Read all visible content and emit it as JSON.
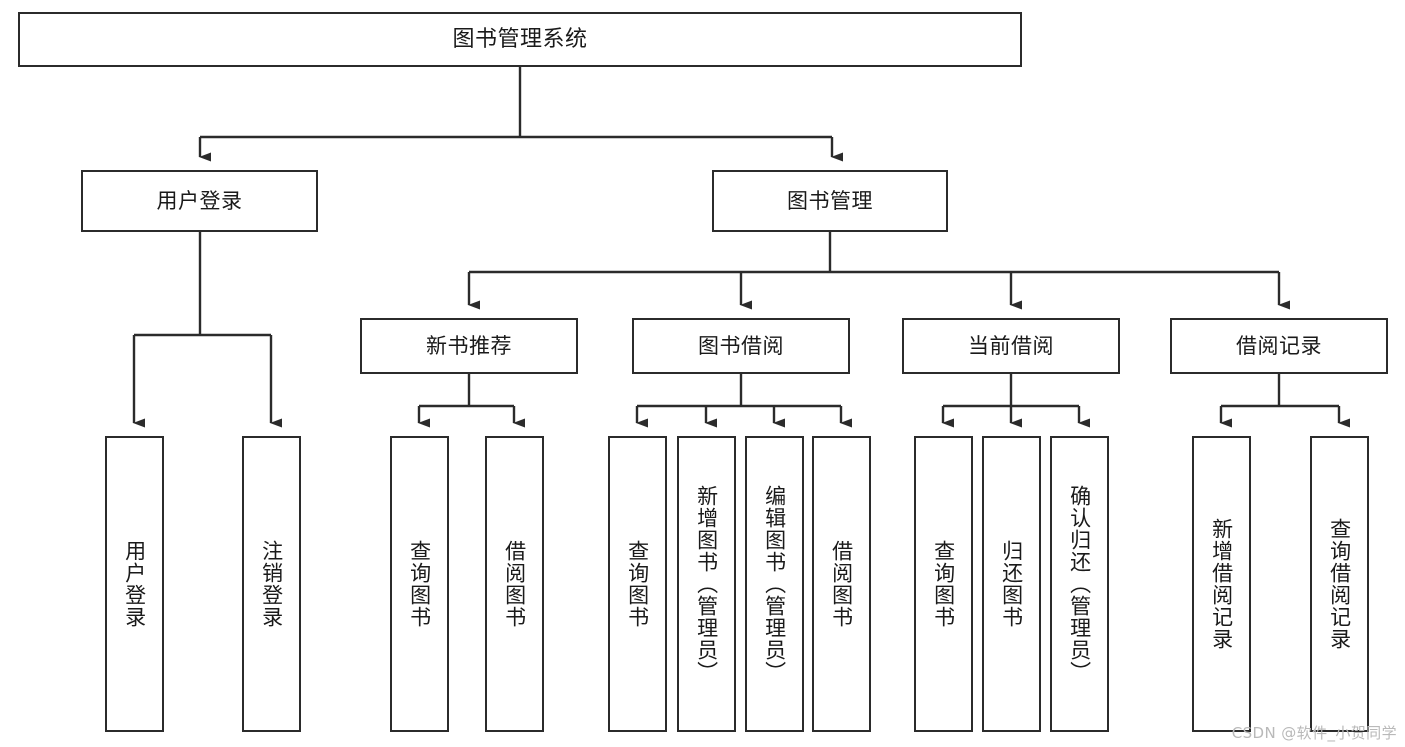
{
  "diagram": {
    "type": "tree-hierarchy-chart",
    "title": "图书管理系统",
    "watermark": "CSDN @软件_小贺同学",
    "colors": {
      "box_stroke": "#2b2b2b",
      "box_fill": "#ffffff",
      "connector": "#2b2b2b",
      "text": "#1a1a1a",
      "watermark": "#b9b9b9",
      "background": "#ffffff"
    },
    "root": {
      "label": "图书管理系统"
    },
    "level2": [
      {
        "label": "用户登录"
      },
      {
        "label": "图书管理"
      }
    ],
    "level3": [
      {
        "label": "新书推荐"
      },
      {
        "label": "图书借阅"
      },
      {
        "label": "当前借阅"
      },
      {
        "label": "借阅记录"
      }
    ],
    "leaves": {
      "user_login": [
        {
          "label": "用户登录"
        },
        {
          "label": "注销登录"
        }
      ],
      "new_book_recommend": [
        {
          "label": "查询图书"
        },
        {
          "label": "借阅图书"
        }
      ],
      "book_borrow": [
        {
          "label": "查询图书"
        },
        {
          "label": "新增图书（管理员）"
        },
        {
          "label": "编辑图书（管理员）"
        },
        {
          "label": "借阅图书"
        }
      ],
      "current_borrow": [
        {
          "label": "查询图书"
        },
        {
          "label": "归还图书"
        },
        {
          "label": "确认归还（管理员）"
        }
      ],
      "borrow_record": [
        {
          "label": "新增借阅记录"
        },
        {
          "label": "查询借阅记录"
        }
      ]
    }
  }
}
